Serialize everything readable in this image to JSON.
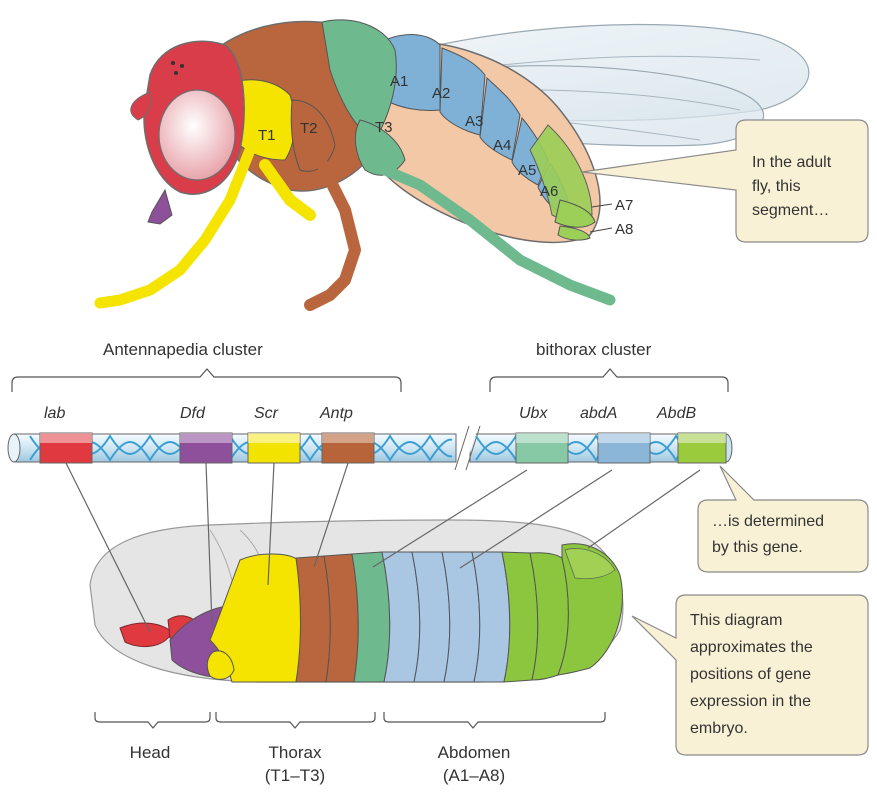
{
  "fly_segments": {
    "t1": "T1",
    "t2": "T2",
    "t3": "T3",
    "a1": "A1",
    "a2": "A2",
    "a3": "A3",
    "a4": "A4",
    "a5": "A5",
    "a6": "A6",
    "a7": "A7",
    "a8": "A8"
  },
  "clusters": {
    "antennapedia": "Antennapedia cluster",
    "bithorax": "bithorax cluster"
  },
  "genes": [
    {
      "label": "lab",
      "color": "#e0393f"
    },
    {
      "label": "Dfd",
      "color": "#8e4f9b"
    },
    {
      "label": "Scr",
      "color": "#f2e300"
    },
    {
      "label": "Antp",
      "color": "#b8643a"
    },
    {
      "label": "Ubx",
      "color": "#86c9a4"
    },
    {
      "label": "abdA",
      "color": "#8cb6d8"
    },
    {
      "label": "AbdB",
      "color": "#9acb3c"
    }
  ],
  "callouts": {
    "adult_fly": [
      "In the adult",
      "fly, this",
      "segment…"
    ],
    "gene": [
      "…is determined",
      "by this gene."
    ],
    "diagram": [
      "This diagram",
      "approximates the",
      "positions of gene",
      "expression in the",
      "embryo."
    ]
  },
  "regions": {
    "head": "Head",
    "thorax": "Thorax",
    "thorax_sub": "(T1–T3)",
    "abdomen": "Abdomen",
    "abdomen_sub": "(A1–A8)"
  },
  "colors": {
    "head_red": "#d93d4a",
    "eye_pink": "#f2c4c8",
    "thorax_brown": "#b9663f",
    "yellow": "#f5e400",
    "green_t3": "#6fb98f",
    "blue": "#7fb0d6",
    "peach": "#f3c8a6",
    "green_a6": "#9bcf57",
    "callout_bg": "#f8f1d6",
    "chromosome_blue": "#3c9fd4"
  }
}
